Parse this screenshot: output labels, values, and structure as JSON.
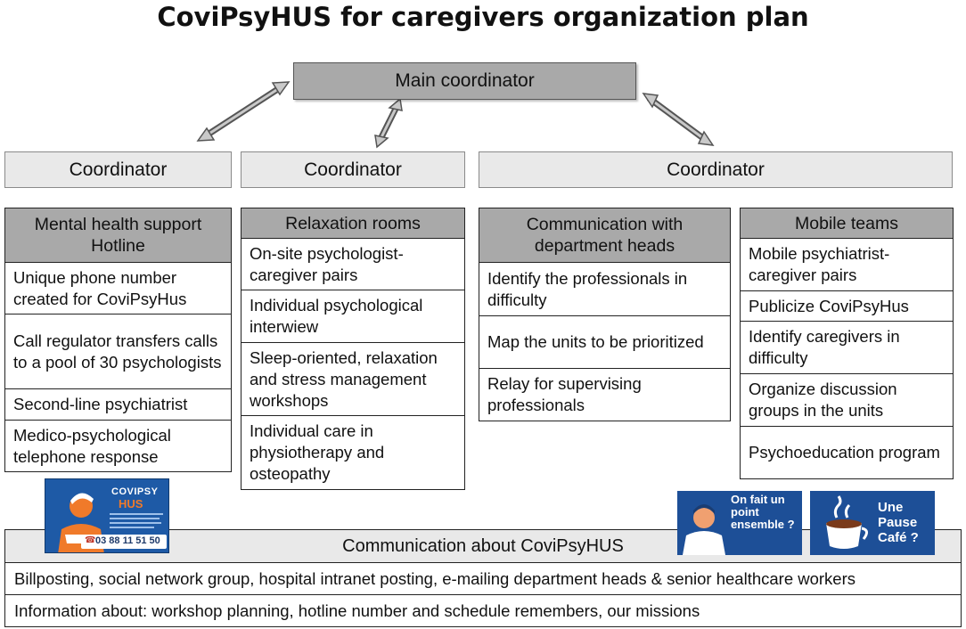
{
  "title": "CoviPsyHUS for caregivers organization plan",
  "main_coordinator": "Main coordinator",
  "coordinators": [
    "Coordinator",
    "Coordinator",
    "Coordinator"
  ],
  "columns": [
    {
      "header": "Mental health support Hotline",
      "items": [
        "Unique phone number created for CoviPsyHus",
        "Call regulator transfers calls to a pool of 30 psychologists",
        "Second-line psychiatrist",
        "Medico-psychological telephone response"
      ]
    },
    {
      "header": "Relaxation rooms",
      "items": [
        "On-site psychologist-caregiver pairs",
        "Individual psychological interwiew",
        "Sleep-oriented, relaxation and stress management workshops",
        "Individual care in physiotherapy and osteopathy"
      ]
    },
    {
      "header": "Communication with department heads",
      "items": [
        "Identify the professionals in difficulty",
        "Map the units to be prioritized",
        "Relay for supervising professionals"
      ]
    },
    {
      "header": "Mobile teams",
      "items": [
        "Mobile psychiatrist-caregiver pairs",
        "Publicize CoviPsyHus",
        "Identify caregivers in difficulty",
        "Organize discussion groups in the units",
        "Psychoeducation program"
      ]
    }
  ],
  "communication": {
    "header": "Communication about CoviPsyHUS",
    "rows": [
      "Billposting, social network group, hospital intranet posting, e-mailing department heads & senior healthcare workers",
      "Information about: workshop planning, hotline number and schedule remembers, our missions"
    ]
  },
  "badges": {
    "covipsy": {
      "line1": "COVIPSY",
      "line2": "HUS",
      "phone": "03 88 11 51 50"
    },
    "point": {
      "text": "On fait un point ensemble ?"
    },
    "cafe": {
      "text": "Une Pause Café ?"
    }
  },
  "colors": {
    "header_gray": "#a9a9a9",
    "coordinator_gray": "#e9e9e9",
    "badge_blue": "#1e5aa6",
    "badge_orange": "#f07a2a"
  }
}
